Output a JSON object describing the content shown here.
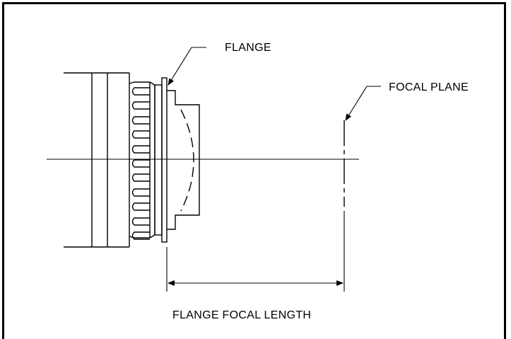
{
  "labels": {
    "flange": "FLANGE",
    "focal_plane": "FOCAL PLANE",
    "flange_focal_length": "FLANGE FOCAL LENGTH"
  },
  "colors": {
    "line": "#000000",
    "background": "#ffffff"
  }
}
